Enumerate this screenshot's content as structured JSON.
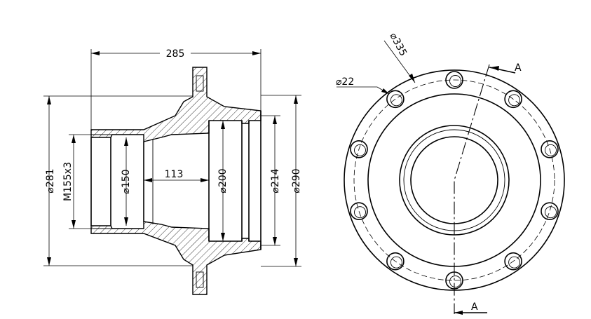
{
  "drawing": {
    "section_view": {
      "dim_length": "285",
      "dim_bore_inner": "113",
      "dim_dia_281": "⌀281",
      "dim_thread": "M155x3",
      "dim_dia_150": "⌀150",
      "dim_dia_200": "⌀200",
      "dim_dia_214": "⌀214",
      "dim_dia_290": "⌀290"
    },
    "end_view": {
      "dim_pcd": "⌀335",
      "dim_hole": "⌀22",
      "section_label_top": "A",
      "section_label_bottom": "A",
      "bolt_hole_count": 10
    }
  }
}
